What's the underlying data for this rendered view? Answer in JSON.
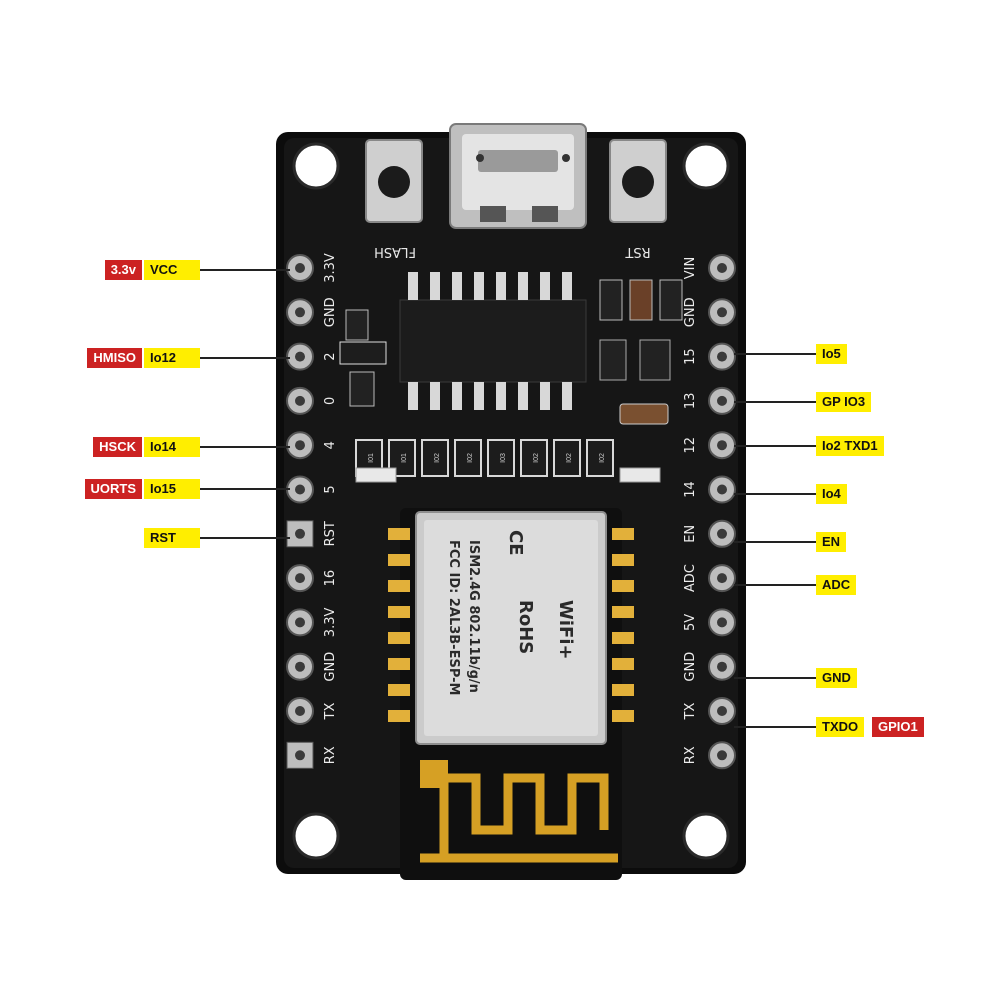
{
  "board": {
    "top_buttons": {
      "left": "FLASH",
      "right": "RST"
    },
    "left_header_labels": [
      "3.3V",
      "GND",
      "2",
      "0",
      "4",
      "5",
      "RST",
      "16",
      "3.3V",
      "GND",
      "TX",
      "RX"
    ],
    "right_header_labels": [
      "VIN",
      "GND",
      "15",
      "13",
      "12",
      "14",
      "EN",
      "ADC",
      "5V",
      "GND",
      "TX",
      "RX"
    ],
    "module_text": [
      "FCC ID: 2AL3B-ESP-M",
      "ISM2.4G 802.11b/g/n",
      "RoHS",
      "WiFi+",
      "CE"
    ],
    "chip_labels": [
      "I01",
      "I01",
      "I02",
      "I02",
      "I03",
      "I02",
      "I02",
      "I02"
    ]
  },
  "left_annotations": [
    {
      "red": "3.3v",
      "yellow": "VCC"
    },
    {
      "red": "HMISO",
      "yellow": "Io12"
    },
    {
      "red": "HSCK",
      "yellow": "Io14"
    },
    {
      "red": "UORTS",
      "yellow": "Io15"
    },
    {
      "red": "",
      "yellow": "RST"
    }
  ],
  "right_annotations": [
    {
      "yellow": "Io5",
      "red": ""
    },
    {
      "yellow": "GP IO3",
      "red": ""
    },
    {
      "yellow": "Io2  TXD1",
      "red": ""
    },
    {
      "yellow": "Io4",
      "red": ""
    },
    {
      "yellow": "EN",
      "red": ""
    },
    {
      "yellow": "ADC",
      "red": ""
    },
    {
      "yellow": "GND",
      "red": ""
    },
    {
      "yellow": "TXDO",
      "red": "GPIO1"
    }
  ],
  "colors": {
    "pcb": "#0c0c0c",
    "label_red": "#cc2222",
    "label_yellow": "#ffee00",
    "antenna_gold": "#d6a024",
    "shield_metal": "#c8c8c8"
  }
}
